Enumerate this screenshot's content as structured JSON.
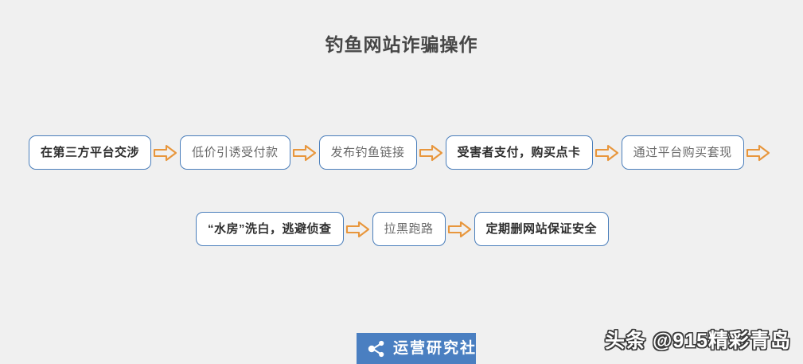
{
  "page": {
    "background_color": "#f0f0f0",
    "title": "钓鱼网站诈骗操作"
  },
  "flow": {
    "node_border_color": "#4a7ebb",
    "node_fill_color": "#ffffff",
    "arrow_color": "#e8963c",
    "arrow_icon": "arrow-right-icon",
    "rows": [
      {
        "nodes": [
          {
            "label": "在第三方平台交涉",
            "emphasis": true
          },
          {
            "label": "低价引诱受付款",
            "emphasis": false
          },
          {
            "label": "发布钓鱼链接",
            "emphasis": false
          },
          {
            "label": "受害者支付，购买点卡",
            "emphasis": true
          },
          {
            "label": "通过平台购买套现",
            "emphasis": false
          }
        ],
        "trailing_arrow": true
      },
      {
        "nodes": [
          {
            "label": "“水房”洗白，逃避侦查",
            "emphasis": true
          },
          {
            "label": "拉黑跑路",
            "emphasis": false
          },
          {
            "label": "定期删网站保证安全",
            "emphasis": true
          }
        ],
        "trailing_arrow": false
      }
    ]
  },
  "branding": {
    "logo": {
      "icon": "share-nodes-icon",
      "text": "运营研究社",
      "background_color": "#4a7fc1",
      "text_color": "#ffffff"
    },
    "watermark": {
      "text": "头条 @915精彩青岛",
      "text_color": "#ffffff",
      "outline_color": "#3a3a3a"
    }
  }
}
